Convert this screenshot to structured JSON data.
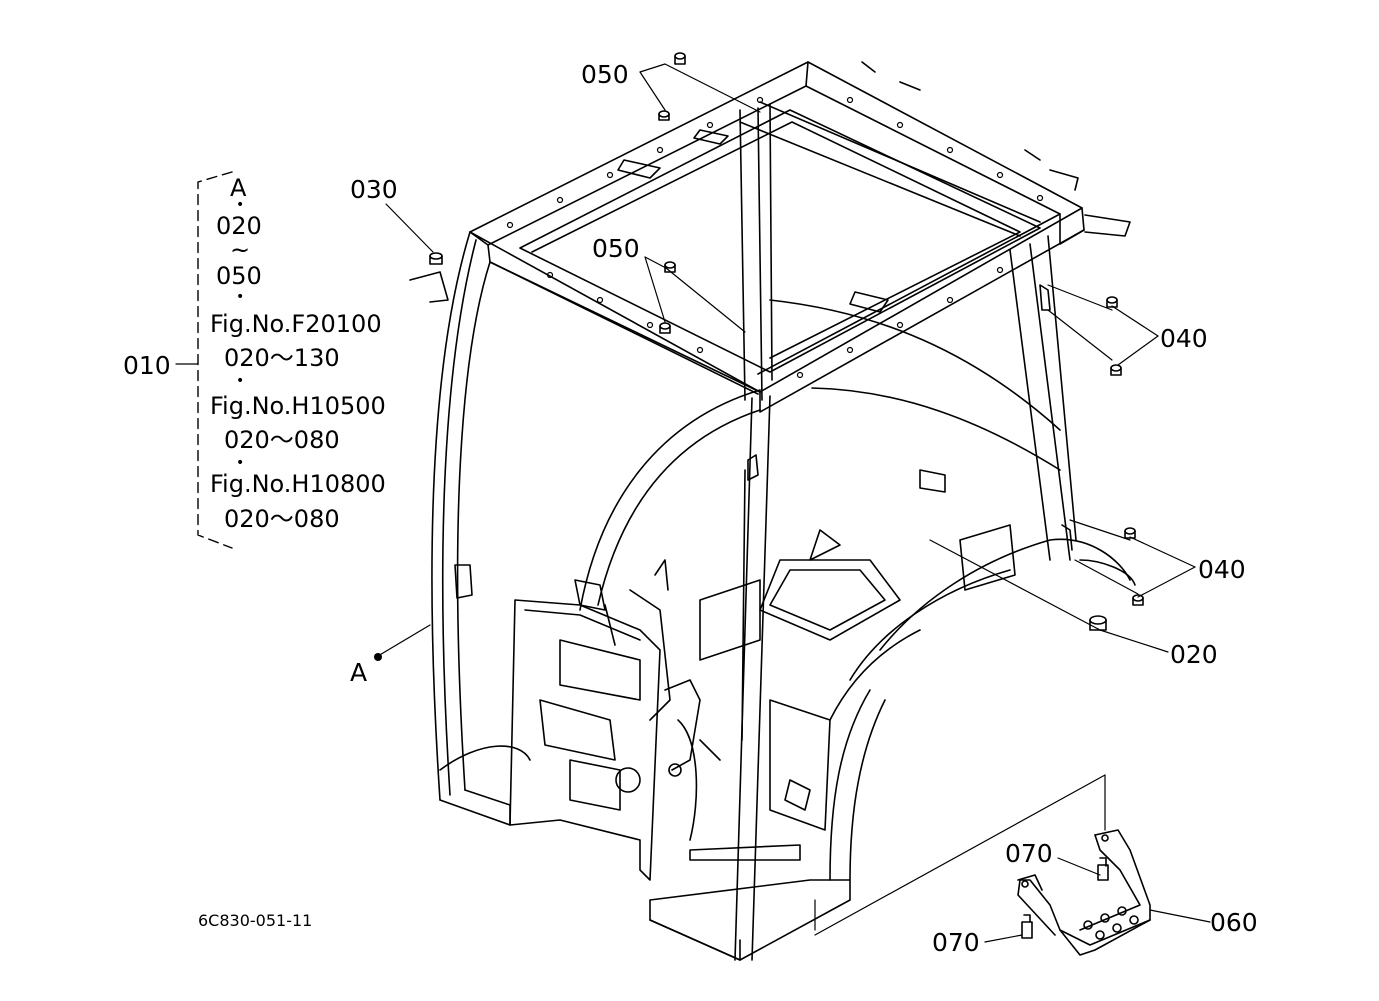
{
  "callouts": {
    "c010": "010",
    "c020": "020",
    "c030": "030",
    "c040_top": "040",
    "c040_bottom": "040",
    "c050_top": "050",
    "c050_mid": "050",
    "c060": "060",
    "c070_upper": "070",
    "c070_lower": "070",
    "cA": "A"
  },
  "scope_note": {
    "line1": "A",
    "line2": "020",
    "line3": "~",
    "line4": "050",
    "line5": "Fig.No.F20100",
    "line6": "020～130",
    "line7": "Fig.No.H10500",
    "line8": "020～080",
    "line9": "Fig.No.H10800",
    "line10": "020～080"
  },
  "figure_code": "6C830-051-11"
}
